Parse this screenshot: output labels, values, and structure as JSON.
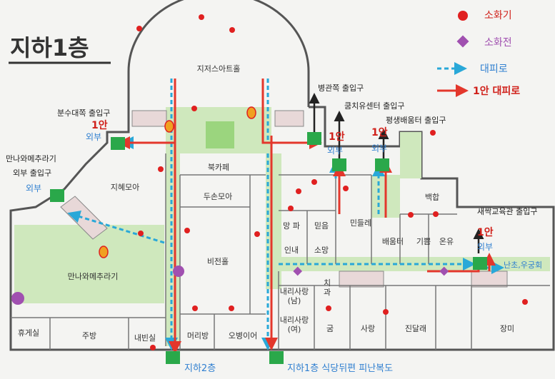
{
  "title": "지하1층",
  "legend": {
    "items": [
      {
        "label": "소화기",
        "icon": "fire-extinguisher-icon"
      },
      {
        "label": "소화전",
        "icon": "fire-hydrant-icon"
      },
      {
        "label": "대피로",
        "icon": "evacuation-route-arrow-icon"
      },
      {
        "label": "1안 대피로",
        "icon": "primary-evacuation-route-icon"
      }
    ]
  },
  "colors": {
    "wall": "#555555",
    "green_area": "#cfe8bd",
    "green_dark": "#9bd57e",
    "route_blue": "#29a8d8",
    "route_red": "#e3372c",
    "extinguisher": "#e02020",
    "hydrant": "#a050b0",
    "exit_label_blue": "#2f7fd0",
    "exit_label_red": "#d0201a"
  },
  "rooms": {
    "jijeo_hall": "지저스아트홀",
    "bukcafe": "북카페",
    "jihye": "지혜모아",
    "duson": "두손모아",
    "vision": "비전홀",
    "manna_big": "만나와메추라기",
    "manna_door": "만나와메추라기",
    "lounge": "휴게실",
    "kitchen": "주방",
    "store": "내빈실",
    "meoribang": "머리방",
    "obeng": "오병이어",
    "naeri_nam": "내리사랑\n(남)",
    "naeri_yeo": "내리사랑\n(여)",
    "chigwa": "치\n과",
    "gum": "굼",
    "sarang": "사랑",
    "jindallae": "진달래",
    "jangmi": "장미",
    "manpa": "망 파",
    "mideum": "믿음",
    "innae": "인내",
    "somang": "소망",
    "mindeulle": "민들레",
    "baechungteo": "배움터",
    "gippeum": "기쁨",
    "onyu": "온유",
    "baekhap": "백합"
  },
  "entrances": {
    "north_fountain": "분수대쪽 출입구",
    "manna_outer_1": "만나와메추라기",
    "manna_outer_2": "외부 출입구",
    "hospital": "병관쪽 출입구",
    "kumchi": "쿰치유센터 출입구",
    "pyeongsaeng": "평생배움터 출입구",
    "saessak": "새싹교육관 출입구",
    "nancho": "난초,우궁회"
  },
  "exit_labels": {
    "plan1": "1안",
    "outside": "외부",
    "b2": "지하2층",
    "corridor": "지하1층 식당뒤편 피난복도"
  }
}
